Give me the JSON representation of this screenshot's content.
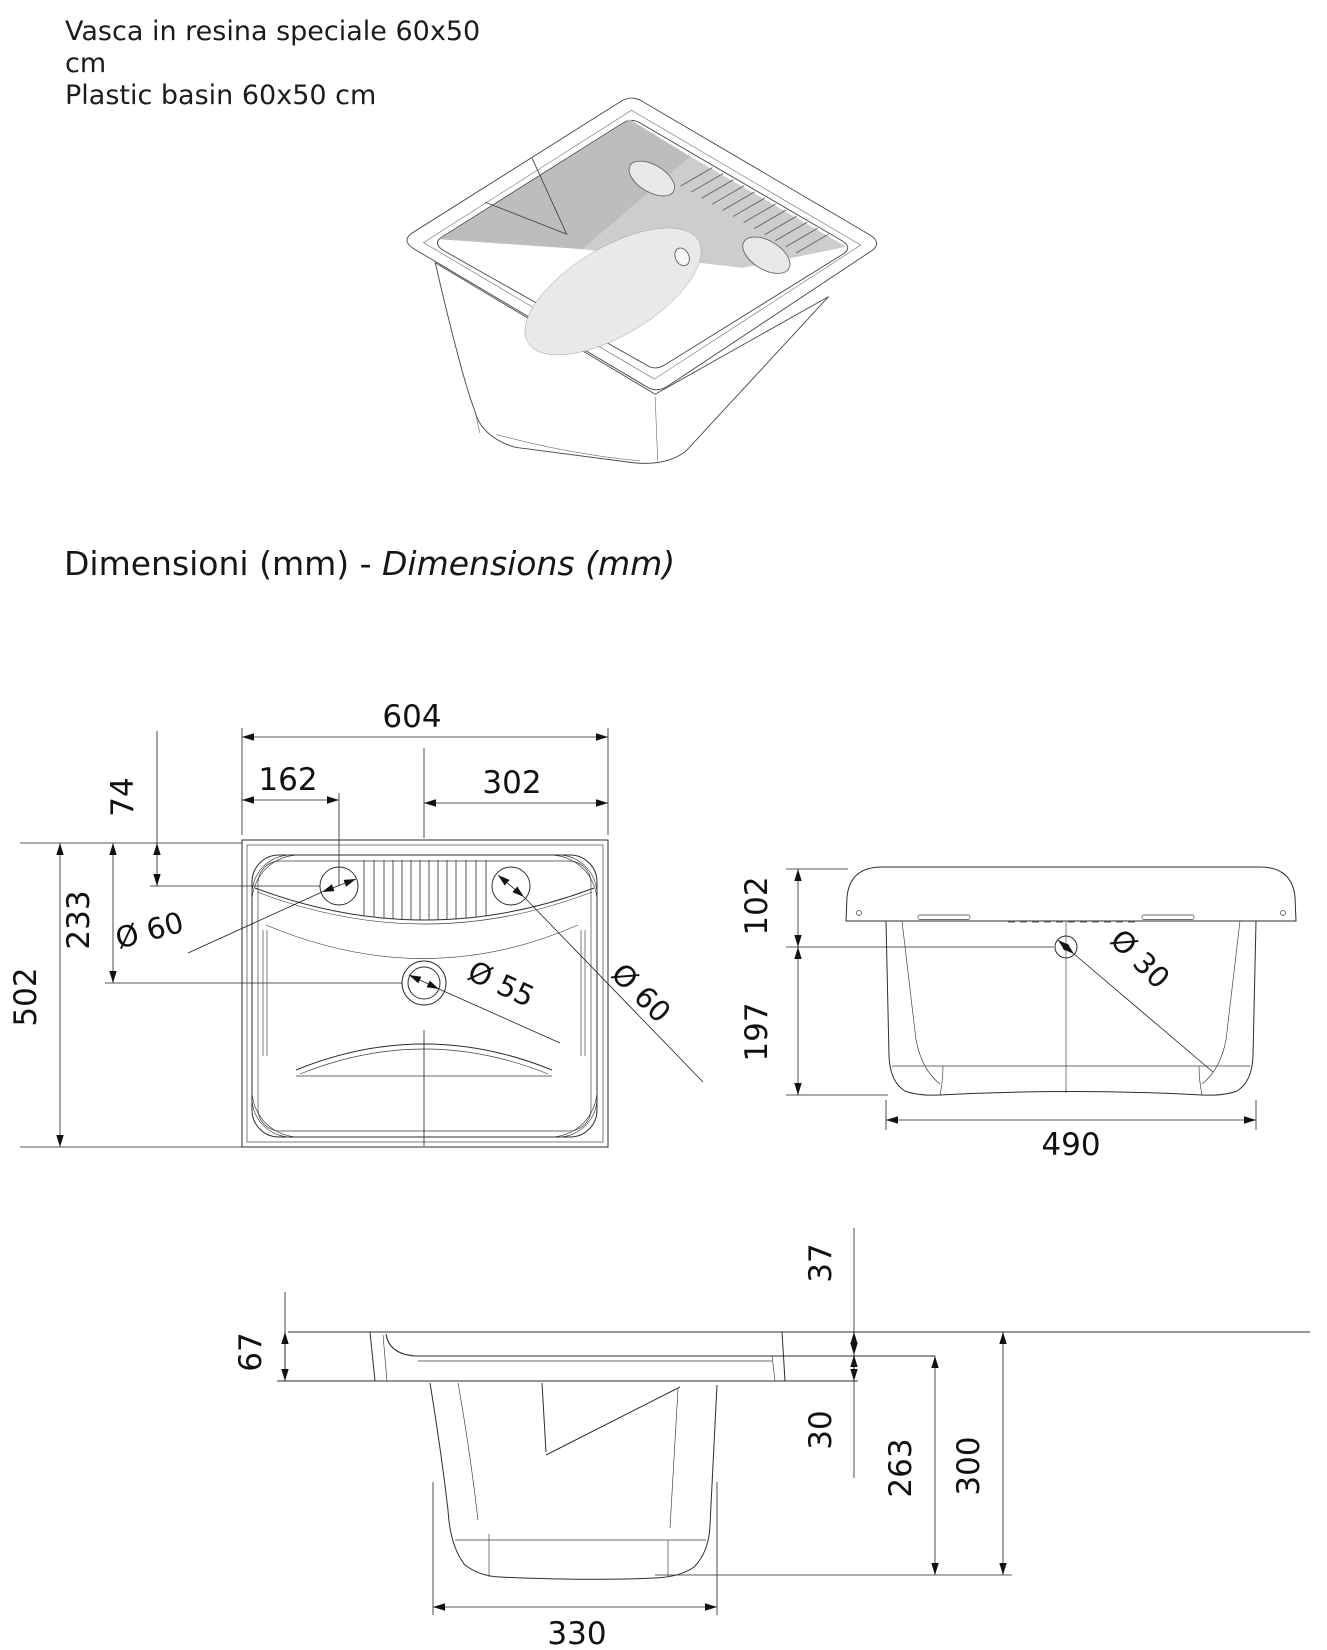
{
  "header": {
    "line1": "Vasca in resina speciale 60x50",
    "line2": "cm",
    "line3": "Plastic basin 60x50 cm"
  },
  "heading": {
    "it": "Dimensioni  (mm)",
    "sep": " - ",
    "en": "Dimensions (mm)"
  },
  "units": "mm",
  "plan_view": {
    "dims": {
      "overall_width": "604",
      "left_hole_offset": "162",
      "center_to_edge": "302",
      "holes_from_top": "74",
      "drain_from_top": "233",
      "overall_depth": "502"
    },
    "diameters": {
      "left_hole": "Ø 60",
      "drain": "Ø 55",
      "right_hole": "Ø 60"
    }
  },
  "front_view": {
    "dims": {
      "rim_to_hole": "102",
      "hole_to_bottom": "197",
      "bottom_width": "490"
    },
    "diameters": {
      "overflow_hole": "Ø 30"
    }
  },
  "side_view": {
    "dims": {
      "rim_height": "67",
      "top_to_shelf": "37",
      "shelf_to_rim_bottom": "30",
      "shelf_to_bottom": "263",
      "overall_height": "300",
      "bottom_depth": "330"
    }
  }
}
